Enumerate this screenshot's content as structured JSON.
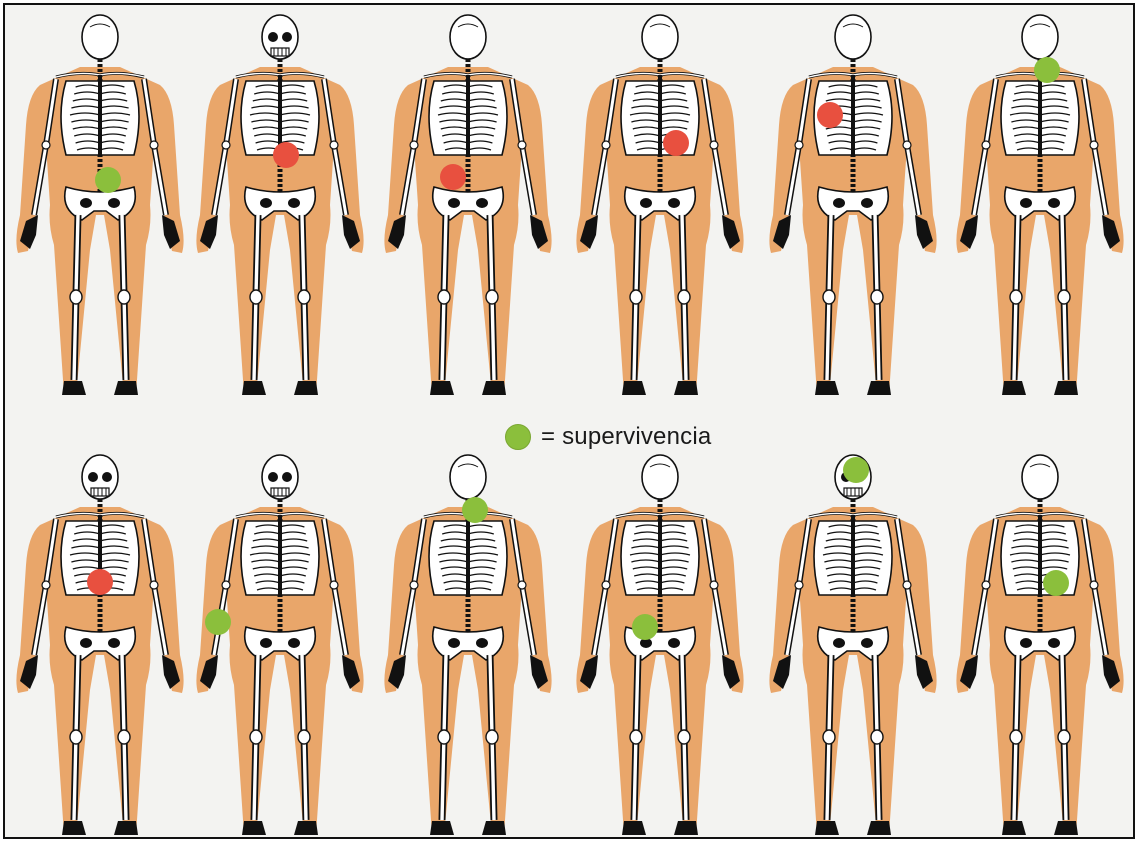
{
  "legend": {
    "marker_color": "#8bbf3c",
    "label": "= supervivencia"
  },
  "colors": {
    "survival": "#8bbf3c",
    "fatal": "#e8503f",
    "body": "#e9a66a",
    "bone": "#ffffff",
    "outline": "#111111"
  },
  "figures": [
    {
      "row": 1,
      "view": "back",
      "wound": "lower-back-right",
      "outcome": "survival"
    },
    {
      "row": 1,
      "view": "front",
      "wound": "upper-abdomen",
      "outcome": "fatal"
    },
    {
      "row": 1,
      "view": "back",
      "wound": "lower-back-left-flank",
      "outcome": "fatal"
    },
    {
      "row": 1,
      "view": "back",
      "wound": "mid-back-right",
      "outcome": "fatal"
    },
    {
      "row": 1,
      "view": "back",
      "wound": "upper-back-left",
      "outcome": "fatal"
    },
    {
      "row": 1,
      "view": "back",
      "wound": "neck",
      "outcome": "survival"
    },
    {
      "row": 2,
      "view": "front",
      "wound": "lower-chest",
      "outcome": "fatal"
    },
    {
      "row": 2,
      "view": "front",
      "wound": "right-forearm",
      "outcome": "survival"
    },
    {
      "row": 2,
      "view": "back",
      "wound": "neck",
      "outcome": "survival"
    },
    {
      "row": 2,
      "view": "back",
      "wound": "lower-back",
      "outcome": "survival"
    },
    {
      "row": 2,
      "view": "front",
      "wound": "head",
      "outcome": "survival"
    },
    {
      "row": 2,
      "view": "back",
      "wound": "mid-back-right",
      "outcome": "survival"
    }
  ]
}
